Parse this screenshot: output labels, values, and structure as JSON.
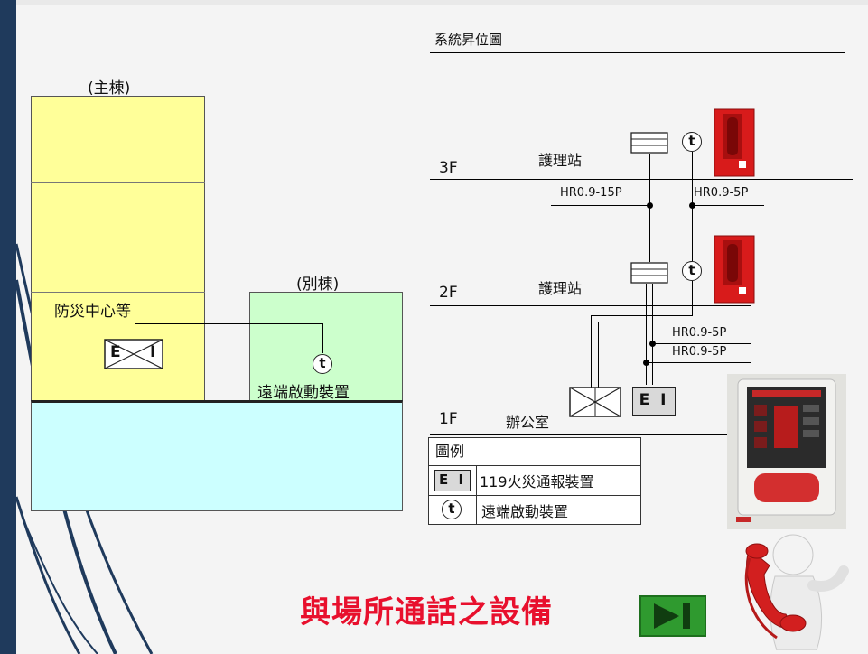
{
  "diagram": {
    "system_title": "系統昇位圖",
    "main_building": "(主棟)",
    "annex_building": "(別棟)",
    "disaster_center": "防災中心等",
    "remote_device_label": "遠端啟動裝置",
    "ei_left_letter": "E",
    "ei_right_letter": "I",
    "ei_symbol": "E I",
    "t_symbol": "t",
    "floors": [
      "3F",
      "2F",
      "1F"
    ],
    "nurse_station_3f": "護理站",
    "nurse_station_2f": "護理站",
    "office": "辦公室",
    "cables": {
      "c3f_left": "HR0.9-15P",
      "c3f_right": "HR0.9-5P",
      "c1f_a": "HR0.9-5P",
      "c1f_b": "HR0.9-5P"
    },
    "legend": {
      "title": "圖例",
      "item1": "119火災通報裝置",
      "item2": "遠端啟動裝置"
    }
  },
  "slide_title": "與場所通話之設備",
  "colors": {
    "main_building": "#ffff99",
    "annex_building": "#ccffcc",
    "ground": "#ccffff",
    "title_red": "#e8102d",
    "phone_red": "#d81b1b",
    "play_green": "#2f9a2f"
  },
  "icons": [
    "play-next-icon",
    "red-phone-icon",
    "fire-alarm-panel-icon",
    "figure-with-phone-icon"
  ]
}
